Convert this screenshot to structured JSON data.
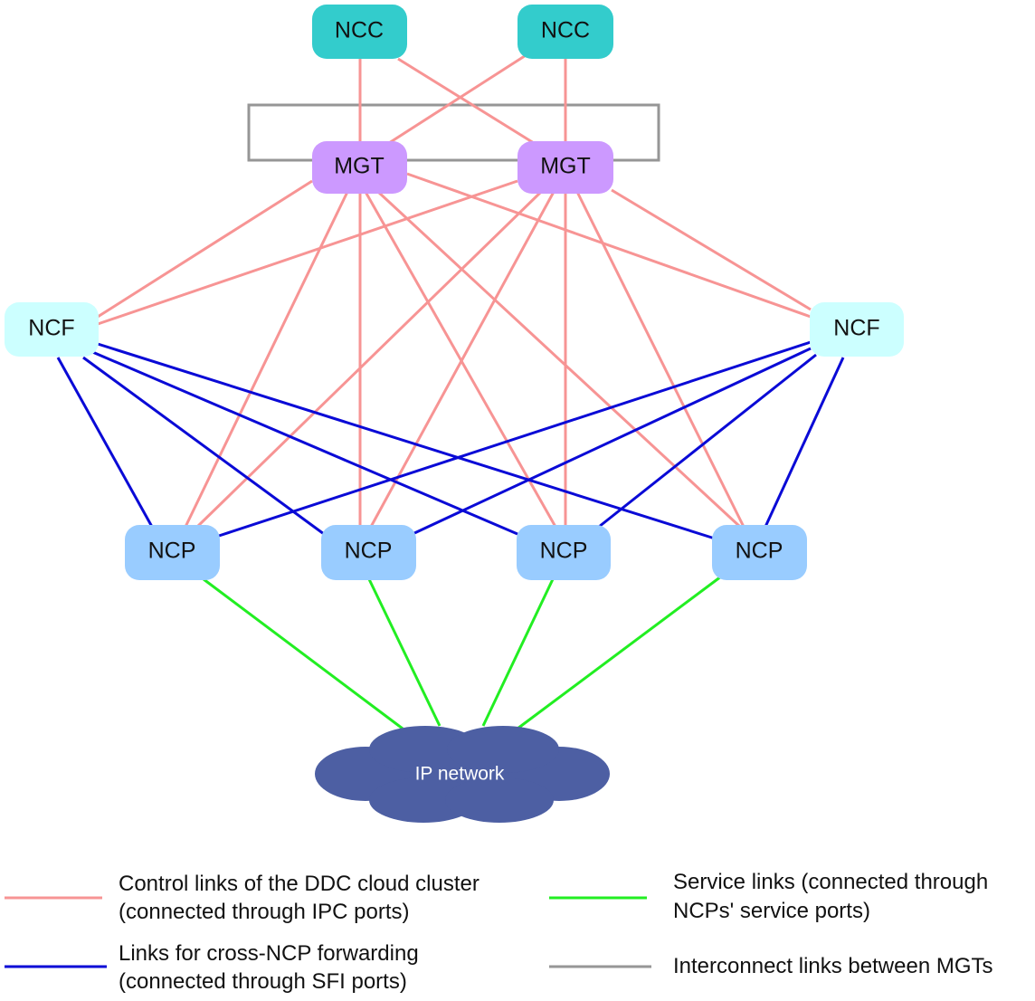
{
  "colors": {
    "control": "#f79494",
    "forwarding": "#0a0ad6",
    "service": "#22ee22",
    "interconnect": "#969696",
    "ncc_fill": "#33cccc",
    "mgt_fill": "#cc99ff",
    "ncf_fill": "#ccffff",
    "ncp_fill": "#99ccff",
    "cloud_fill": "#4d5fa3"
  },
  "nodes": {
    "ncc": [
      "NCC",
      "NCC"
    ],
    "mgt": [
      "MGT",
      "MGT"
    ],
    "ncf": [
      "NCF",
      "NCF"
    ],
    "ncp": [
      "NCP",
      "NCP",
      "NCP",
      "NCP"
    ]
  },
  "cloud": {
    "label": "IP network"
  },
  "legend": {
    "control": [
      "Control links of the DDC cloud cluster",
      "(connected through IPC ports)"
    ],
    "forwarding": [
      "Links for cross-NCP forwarding",
      "(connected through SFI ports)"
    ],
    "service": [
      "Service links (connected through",
      "NCPs' service ports)"
    ],
    "interconnect": [
      "Interconnect links between MGTs"
    ]
  }
}
